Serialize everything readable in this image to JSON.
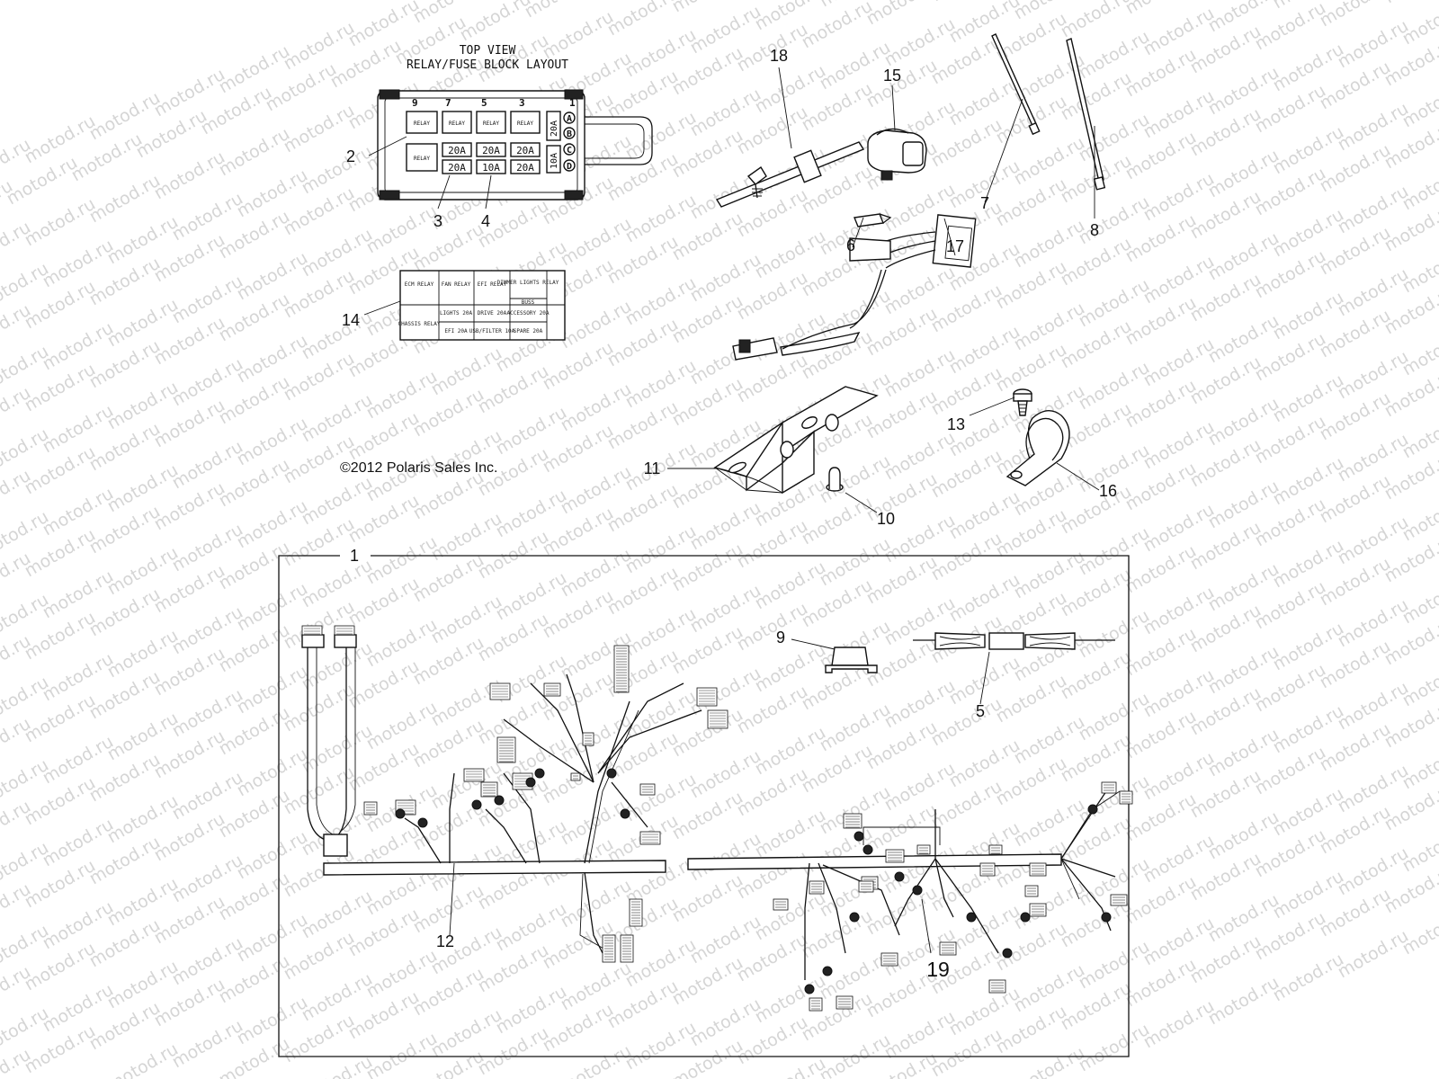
{
  "watermark": "motod.ru",
  "copyright": "©2012 Polaris Sales Inc.",
  "fuse_block": {
    "title_line1": "TOP VIEW",
    "title_line2": "RELAY/FUSE BLOCK LAYOUT",
    "col_numbers": [
      "9",
      "7",
      "5",
      "3",
      "1"
    ],
    "row_letters": [
      "A",
      "B",
      "C",
      "D"
    ],
    "relay_label": "RELAY",
    "fuse_top_row": [
      "20A",
      "20A",
      "20A"
    ],
    "fuse_bottom_row": [
      "20A",
      "10A",
      "20A"
    ],
    "side_fuses": [
      "20A",
      "10A"
    ]
  },
  "decal": {
    "row1": [
      "ECM RELAY",
      "FAN RELAY",
      "EFI RELAY",
      "DIMMER LIGHTS RELAY"
    ],
    "row1_extra": "BUSS",
    "row2": [
      "CHASSIS RELAY",
      "LIGHTS 20A",
      "DRIVE 20A",
      "ACCESSORY 20A"
    ],
    "row3": [
      "",
      "EFI 20A",
      "USB/FILTER 10A",
      "SPARE 20A"
    ]
  },
  "callouts": {
    "c1": "1",
    "c2": "2",
    "c3": "3",
    "c4": "4",
    "c5": "5",
    "c6": "6",
    "c7": "7",
    "c8": "8",
    "c9": "9",
    "c10": "10",
    "c11": "11",
    "c12": "12",
    "c13": "13",
    "c14": "14",
    "c15": "15",
    "c16": "16",
    "c17": "17",
    "c18": "18",
    "c19": "19"
  }
}
